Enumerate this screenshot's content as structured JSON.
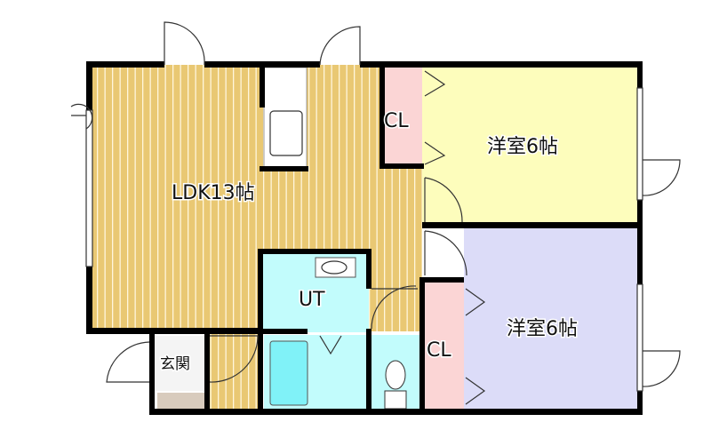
{
  "floor_plan": {
    "rooms": [
      {
        "id": "ldk",
        "label": "LDK13帖",
        "color": "#e9c873"
      },
      {
        "id": "cl1",
        "label": "CL",
        "color": "#fbd5d5"
      },
      {
        "id": "bedroom1",
        "label": "洋室6帖",
        "color": "#fdfdbc"
      },
      {
        "id": "bedroom2",
        "label": "洋室6帖",
        "color": "#dcdcf8"
      },
      {
        "id": "ut",
        "label": "UT",
        "color": "#c2fcfc"
      },
      {
        "id": "cl2",
        "label": "CL",
        "color": "#fbd5d5"
      },
      {
        "id": "genkan",
        "label": "玄関",
        "color": "#ffffff"
      }
    ],
    "colors": {
      "wall": "#000000",
      "bathtub": "#80f2f8",
      "genkan_floor": "#d8cbbd"
    }
  }
}
